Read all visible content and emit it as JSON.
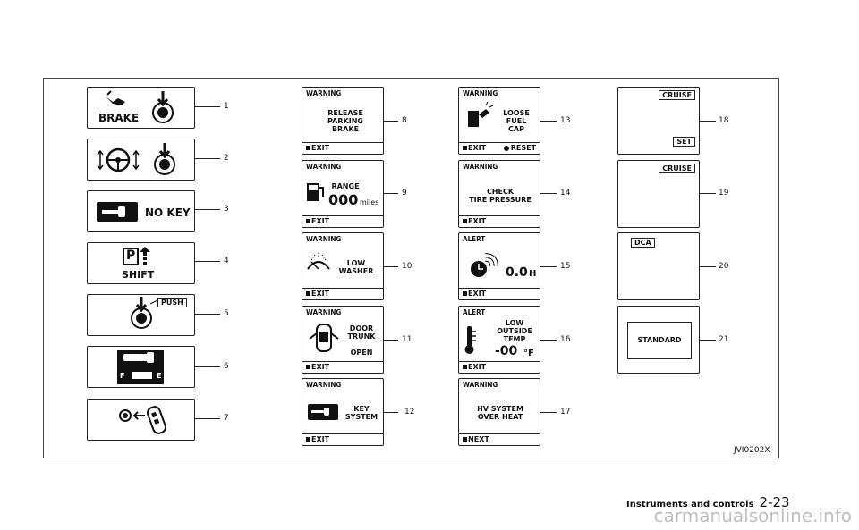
{
  "figure_code": "JVI0202X",
  "footer": {
    "section": "Instruments and controls",
    "page": "2-23"
  },
  "watermark": "carmanualsonline.info",
  "indicators": [
    {
      "num": "1",
      "label": "BRAKE",
      "icon": "foot-brake-icon"
    },
    {
      "num": "2",
      "icon": "steering-wheel-icon"
    },
    {
      "num": "3",
      "label": "NO KEY",
      "icon": "key-icon"
    },
    {
      "num": "4",
      "label": "SHIFT",
      "park": "P",
      "icon": "park-shift-icon"
    },
    {
      "num": "5",
      "label": "PUSH",
      "icon": "push-button-icon"
    },
    {
      "num": "6",
      "icon": "key-battery-icon",
      "fuel_f": "F",
      "fuel_e": "E"
    },
    {
      "num": "7",
      "icon": "intelligent-key-icon"
    }
  ],
  "messages_col1": [
    {
      "num": "8",
      "header": "WARNING",
      "text": "RELEASE\nPARKING\nBRAKE",
      "footer": "EXIT"
    },
    {
      "num": "9",
      "header": "WARNING",
      "text": "RANGE",
      "value": "000",
      "unit": "miles",
      "footer": "EXIT"
    },
    {
      "num": "10",
      "header": "WARNING",
      "text": "LOW\nWASHER",
      "footer": "EXIT"
    },
    {
      "num": "11",
      "header": "WARNING",
      "text": "DOOR\nTRUNK\n\nOPEN",
      "footer": "EXIT"
    },
    {
      "num": "12",
      "header": "WARNING",
      "text": "KEY\nSYSTEM",
      "footer": "EXIT"
    }
  ],
  "messages_col2": [
    {
      "num": "13",
      "header": "WARNING",
      "text": "LOOSE\nFUEL\nCAP",
      "footer": "EXIT",
      "footer_right": "RESET"
    },
    {
      "num": "14",
      "header": "WARNING",
      "text": "CHECK\nTIRE PRESSURE",
      "footer": "EXIT"
    },
    {
      "num": "15",
      "header": "ALERT",
      "value": "0.0",
      "unit": "H",
      "footer": "EXIT"
    },
    {
      "num": "16",
      "header": "ALERT",
      "text": "LOW\nOUTSIDE\nTEMP",
      "value": "-00",
      "unit": "°F",
      "footer": "EXIT"
    },
    {
      "num": "17",
      "header": "WARNING",
      "text": "HV SYSTEM\nOVER HEAT",
      "footer": "NEXT"
    }
  ],
  "messages_col3": [
    {
      "num": "18",
      "tag": "CRUISE",
      "tag2": "SET"
    },
    {
      "num": "19",
      "tag": "CRUISE"
    },
    {
      "num": "20",
      "tag": "DCA"
    },
    {
      "num": "21",
      "tag": "STANDARD"
    }
  ]
}
